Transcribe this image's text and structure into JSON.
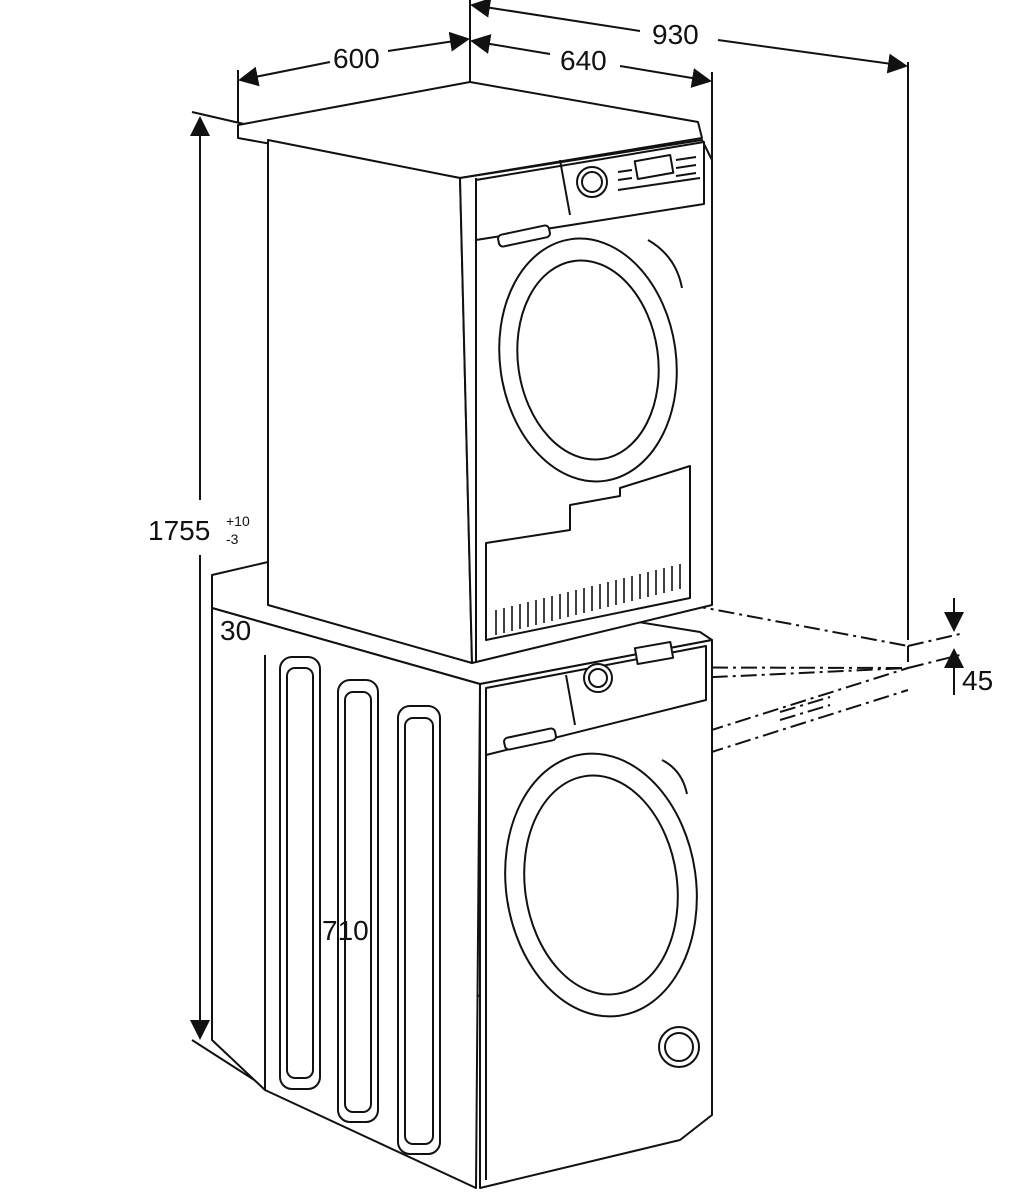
{
  "dimensions": {
    "width_top": "600",
    "depth_top": "640",
    "depth_with_door": "930",
    "height": "1755",
    "height_tol_plus": "+10",
    "height_tol_minus": "-3",
    "side_gap": "30",
    "depth_bottom": "710",
    "shelf_height": "45"
  },
  "colors": {
    "line": "#111111",
    "background": "#ffffff"
  }
}
